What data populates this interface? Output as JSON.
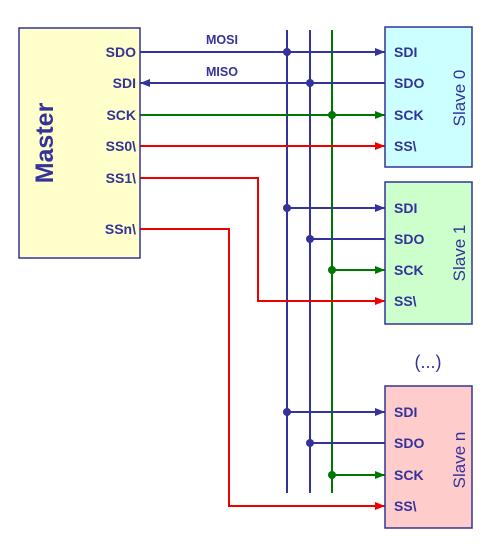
{
  "colors": {
    "blue": "#333399",
    "green": "#007700",
    "red": "#ee0000",
    "master_fill": "#ffffcc",
    "slave0_fill": "#ccffff",
    "slave1_fill": "#ccffcc",
    "slaven_fill": "#ffcccc"
  },
  "master": {
    "title": "Master",
    "pins": [
      "SDO",
      "SDI",
      "SCK",
      "SS0\\",
      "SS1\\",
      "SSn\\"
    ]
  },
  "bus_labels": {
    "mosi": "MOSI",
    "miso": "MISO"
  },
  "slaves": [
    {
      "title": "Slave 0",
      "pins": [
        "SDI",
        "SDO",
        "SCK",
        "SS\\"
      ]
    },
    {
      "title": "Slave 1",
      "pins": [
        "SDI",
        "SDO",
        "SCK",
        "SS\\"
      ]
    },
    {
      "title": "Slave n",
      "pins": [
        "SDI",
        "SDO",
        "SCK",
        "SS\\"
      ]
    }
  ],
  "ellipsis": "(...)"
}
